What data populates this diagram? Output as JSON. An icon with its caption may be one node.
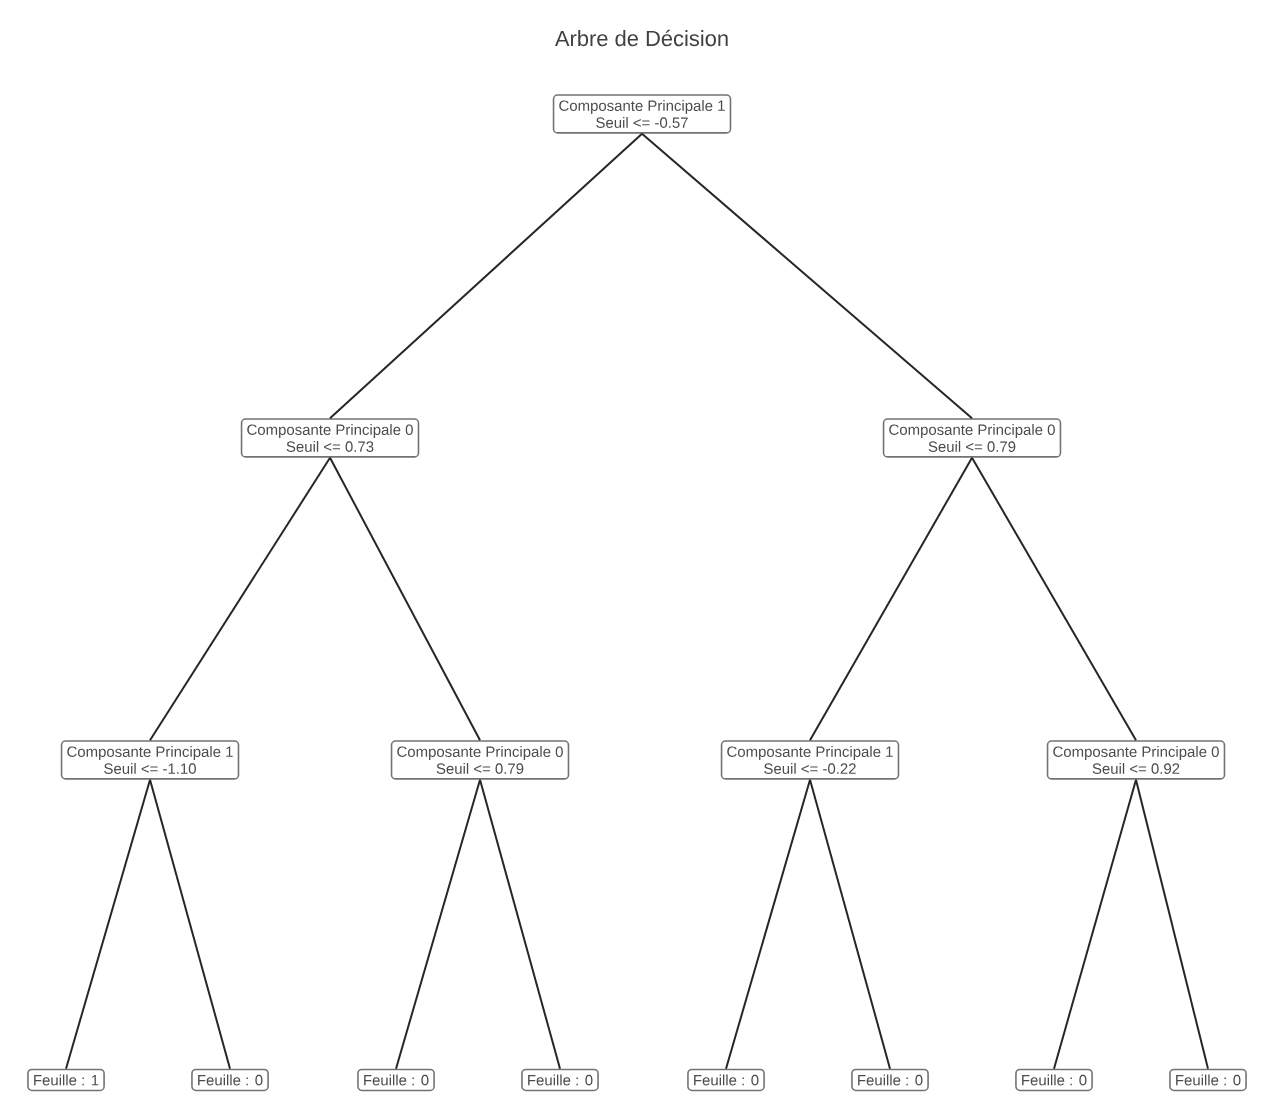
{
  "diagram": {
    "title": "Arbre de Décision",
    "nodes": [
      {
        "text": [
          "Composante Principale 1",
          "Seuil <= -0.57"
        ]
      },
      {
        "text": [
          "Composante Principale 0",
          "Seuil <= 0.73"
        ]
      },
      {
        "text": [
          "Composante Principale 0",
          "Seuil <= 0.79"
        ]
      },
      {
        "text": [
          "Composante Principale 1",
          "Seuil <= -1.10"
        ]
      },
      {
        "text": [
          "Composante Principale 0",
          "Seuil <= 0.79"
        ]
      },
      {
        "text": [
          "Composante Principale 1",
          "Seuil <= -0.22"
        ]
      },
      {
        "text": [
          "Composante Principale 0",
          "Seuil <= 0.92"
        ]
      },
      {
        "text": [
          "Feuille : 1"
        ]
      },
      {
        "text": [
          "Feuille : 0"
        ]
      },
      {
        "text": [
          "Feuille : 0"
        ]
      },
      {
        "text": [
          "Feuille : 0"
        ]
      },
      {
        "text": [
          "Feuille : 0"
        ]
      },
      {
        "text": [
          "Feuille : 0"
        ]
      },
      {
        "text": [
          "Feuille : 0"
        ]
      },
      {
        "text": [
          "Feuille : 0"
        ]
      }
    ],
    "edges": [
      {
        "from": 0,
        "to": 1,
        "arrow": "none"
      },
      {
        "from": 0,
        "to": 2,
        "arrow": "none"
      },
      {
        "from": 1,
        "to": 3,
        "arrow": "none"
      },
      {
        "from": 1,
        "to": 4,
        "arrow": "none"
      },
      {
        "from": 2,
        "to": 5,
        "arrow": "none"
      },
      {
        "from": 2,
        "to": 6,
        "arrow": "none"
      },
      {
        "from": 3,
        "to": 7,
        "arrow": "none"
      },
      {
        "from": 3,
        "to": 8,
        "arrow": "none"
      },
      {
        "from": 4,
        "to": 9,
        "arrow": "none"
      },
      {
        "from": 4,
        "to": 10,
        "arrow": "none"
      },
      {
        "from": 5,
        "to": 11,
        "arrow": "none"
      },
      {
        "from": 5,
        "to": 12,
        "arrow": "none"
      },
      {
        "from": 6,
        "to": 13,
        "arrow": "none"
      },
      {
        "from": 6,
        "to": 14,
        "arrow": "none"
      }
    ]
  }
}
